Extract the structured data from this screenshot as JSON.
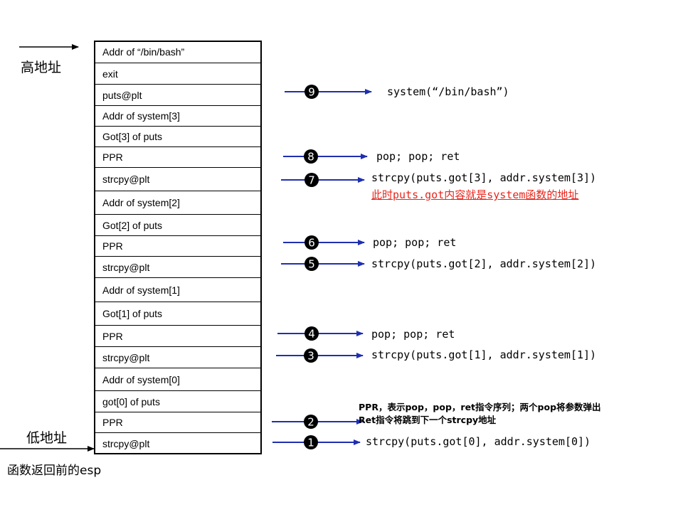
{
  "labels": {
    "high_address": "高地址",
    "low_address": "低地址",
    "esp_before_return": "函数返回前的esp"
  },
  "stack": [
    "Addr of “/bin/bash”",
    "exit",
    "puts@plt",
    "Addr of system[3]",
    "Got[3] of puts",
    "PPR",
    "strcpy@plt",
    "Addr of system[2]",
    "Got[2] of puts",
    "PPR",
    "strcpy@plt",
    "Addr of system[1]",
    "Got[1] of puts",
    "PPR",
    "strcpy@plt",
    "Addr of system[0]",
    "got[0] of puts",
    "PPR",
    "strcpy@plt"
  ],
  "steps": [
    {
      "number": "9",
      "text": "system(“/bin/bash”)"
    },
    {
      "number": "8",
      "text": "pop; pop; ret"
    },
    {
      "number": "7",
      "text": "strcpy(puts.got[3], addr.system[3])"
    },
    {
      "number": "6",
      "text": "pop; pop; ret"
    },
    {
      "number": "5",
      "text": "strcpy(puts.got[2], addr.system[2])"
    },
    {
      "number": "4",
      "text": "pop; pop; ret"
    },
    {
      "number": "3",
      "text": "strcpy(puts.got[1], addr.system[1])"
    },
    {
      "number": "2",
      "text": ""
    },
    {
      "number": "1",
      "text": "strcpy(puts.got[0], addr.system[0])"
    }
  ],
  "notes": {
    "got_overwritten": "此时puts.got内容就是system函数的地址",
    "ppr_line1": "PPR，表示pop，pop，ret指令序列；两个pop将参数弹出",
    "ppr_line2": "Ret指令将跳到下一个strcpy地址"
  },
  "colors": {
    "arrow": "#1f2fb0",
    "note_red": "#e8251b"
  }
}
